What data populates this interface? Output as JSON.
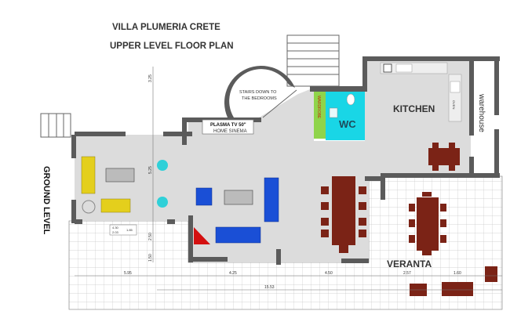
{
  "title": "VILLA PLUMERIA CRETE",
  "subtitle": "UPPER LEVEL FLOOR PLAN",
  "rooms": {
    "stairs": "STAIRS DOWN TO THE BEDROOMS",
    "stairs_line1": "STAIRS DOWN TO",
    "stairs_line2": "THE BEDROOMS",
    "tv_line1": "PLASMA TV 50\"",
    "tv_line2": "HOME SINEMA",
    "wardrobe": "WARDROBE",
    "wc": "WC",
    "kitchen": "KITCHEN",
    "warehouse": "warehouse",
    "oven": "OVEN",
    "ground_level": "GROUND LEVEL",
    "veranta": "VERANTA"
  },
  "dimensions": {
    "d1": "5.95",
    "d2": "4.25",
    "d3": "4.50",
    "d4": "2.57",
    "d5": "1.60",
    "total": "15.53",
    "v1": "3.25",
    "v2": "5.25",
    "v3": "2.50",
    "v4": "1.50",
    "box1": "4.30",
    "box2": "2.03",
    "box3": "1.85"
  },
  "colors": {
    "wall": "#5b5b5b",
    "floor": "#dcdcdc",
    "wc": "#19d6e6",
    "wardrobe": "#8fd44a",
    "furniture_wood": "#7b2316",
    "sofa_blue": "#1a4fd6",
    "sofa_yellow": "#e4cf1c",
    "fireplace": "#d41010",
    "stool": "#2fd0d8"
  }
}
